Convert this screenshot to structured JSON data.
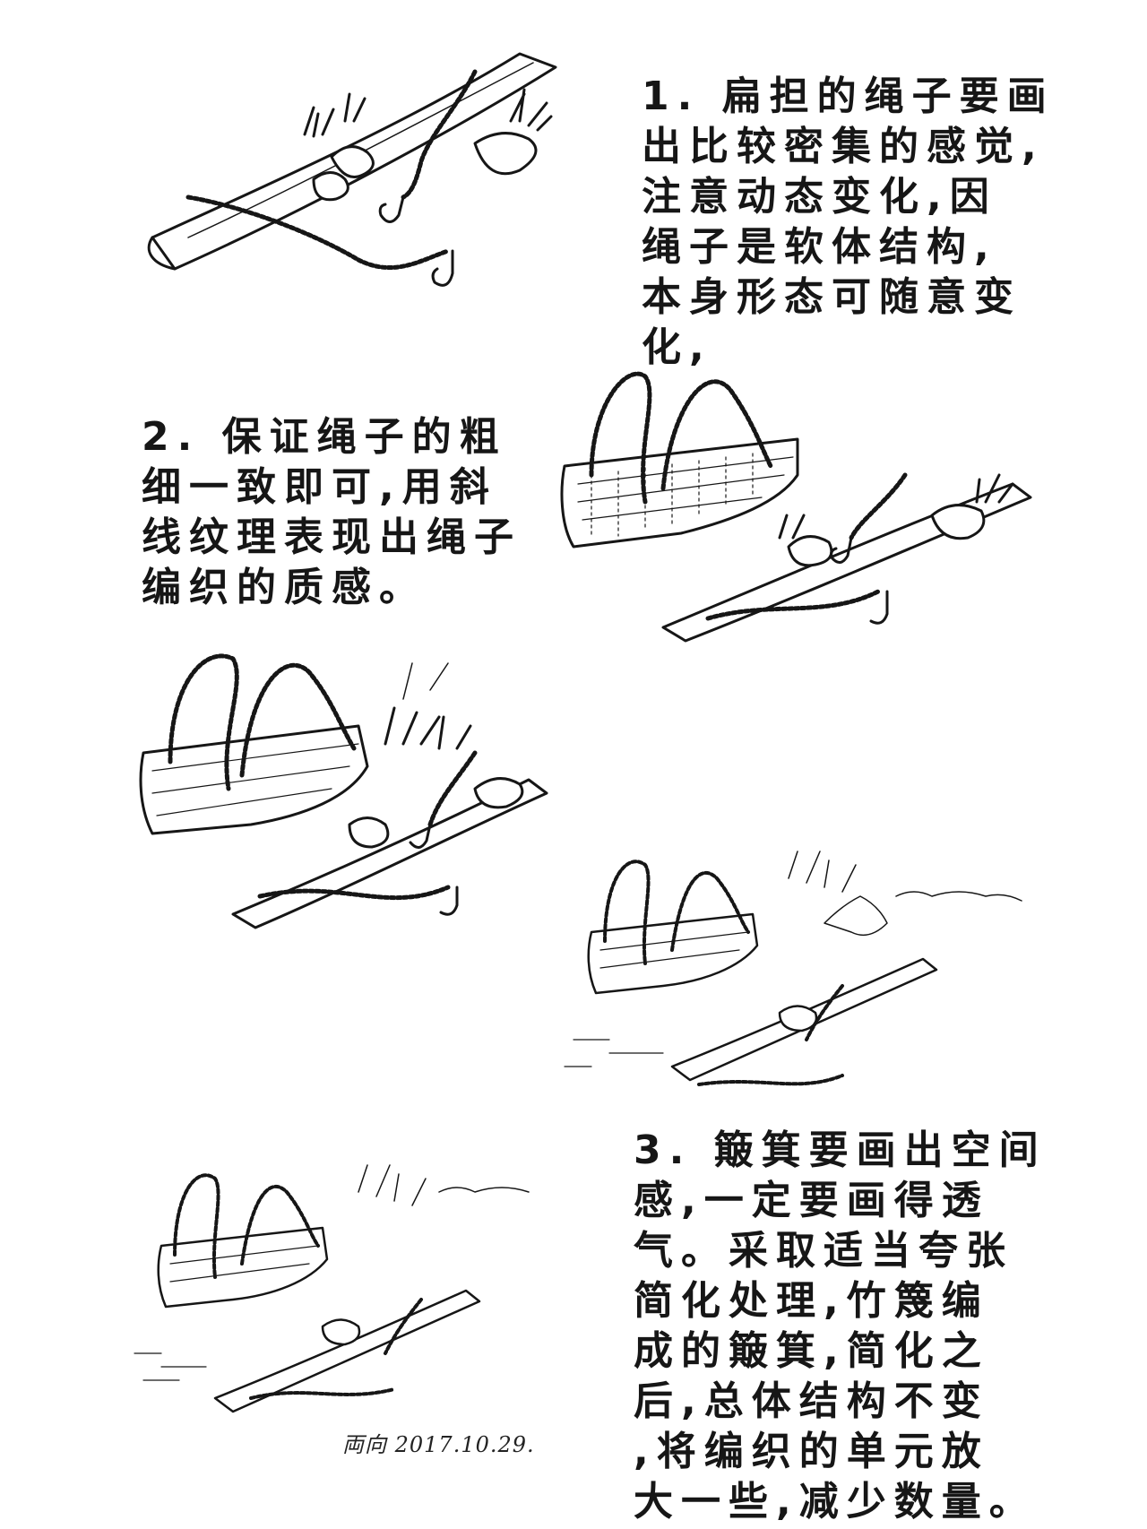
{
  "notes": {
    "note1": [
      "1. 扁担的绳子要画",
      "出比较密集的感觉,",
      "注意动态变化,因",
      "绳子是软体结构,",
      "本身形态可随意变",
      "化,"
    ],
    "note2": [
      "2. 保证绳子的粗",
      "细一致即可,用斜",
      "线纹理表现出绳子",
      "编织的质感。"
    ],
    "note3": [
      "3. 簸箕要画出空间",
      "感,一定要画得透",
      "气。采取适当夸张",
      "简化处理,竹篾编",
      "成的簸箕,简化之",
      "后,总体结构不变",
      ",将编织的单元放",
      "大一些,减少数量。"
    ]
  },
  "signature": "両向 2017.10.29.",
  "colors": {
    "ink": "#161616",
    "paper": "#ffffff"
  }
}
